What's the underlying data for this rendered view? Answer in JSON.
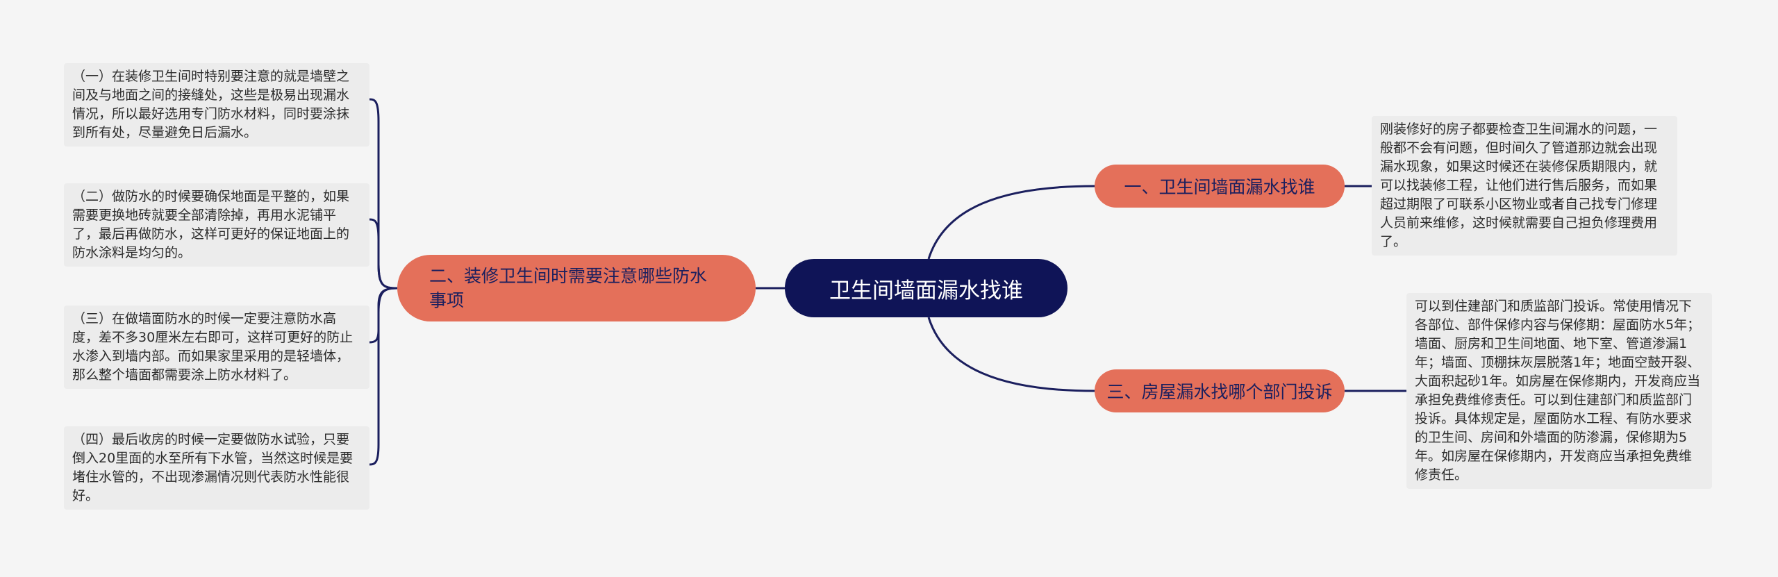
{
  "center": {
    "title": "卫生间墙面漏水找谁"
  },
  "branches": [
    {
      "label": "一、卫生间墙面漏水找谁",
      "details": [
        "刚装修好的房子都要检查卫生间漏水的问题，一般都不会有问题，但时间久了管道那边就会出现漏水现象，如果这时候还在装修保质期限内，就可以找装修工程，让他们进行售后服务，而如果超过期限了可联系小区物业或者自己找专门修理人员前来维修，这时候就需要自己担负修理费用了。"
      ]
    },
    {
      "label": "二、装修卫生间时需要注意哪些防水事项",
      "details": [
        "（一）在装修卫生间时特别要注意的就是墙壁之间及与地面之间的接缝处，这些是极易出现漏水情况，所以最好选用专门防水材料，同时要涂抹到所有处，尽量避免日后漏水。",
        "（二）做防水的时候要确保地面是平整的，如果需要更换地砖就要全部清除掉，再用水泥铺平了，最后再做防水，这样可更好的保证地面上的防水涂料是均匀的。",
        "（三）在做墙面防水的时候一定要注意防水高度，差不多30厘米左右即可，这样可更好的防止水渗入到墙内部。而如果家里采用的是轻墙体，那么整个墙面都需要涂上防水材料了。",
        "（四）最后收房的时候一定要做防水试验，只要倒入20里面的水至所有下水管，当然这时候是要堵住水管的，不出现渗漏情况则代表防水性能很好。"
      ]
    },
    {
      "label": "三、房屋漏水找哪个部门投诉",
      "details": [
        "可以到住建部门和质监部门投诉。常使用情况下各部位、部件保修内容与保修期：屋面防水5年；墙面、厨房和卫生间地面、地下室、管道渗漏1年；墙面、顶棚抹灰层脱落1年；地面空鼓开裂、大面积起砂1年。如房屋在保修期内，开发商应当承担免费维修责任。可以到住建部门和质监部门投诉。具体规定是，屋面防水工程、有防水要求的卫生间、房间和外墙面的防渗漏，保修期为5年。如房屋在保修期内，开发商应当承担免费维修责任。"
      ]
    }
  ],
  "colors": {
    "background": "#f5f5f5",
    "center_fill": "#0f1457",
    "branch_fill": "#e4705a",
    "leaf_fill": "#ececec",
    "connector": "#1b1f5e"
  }
}
